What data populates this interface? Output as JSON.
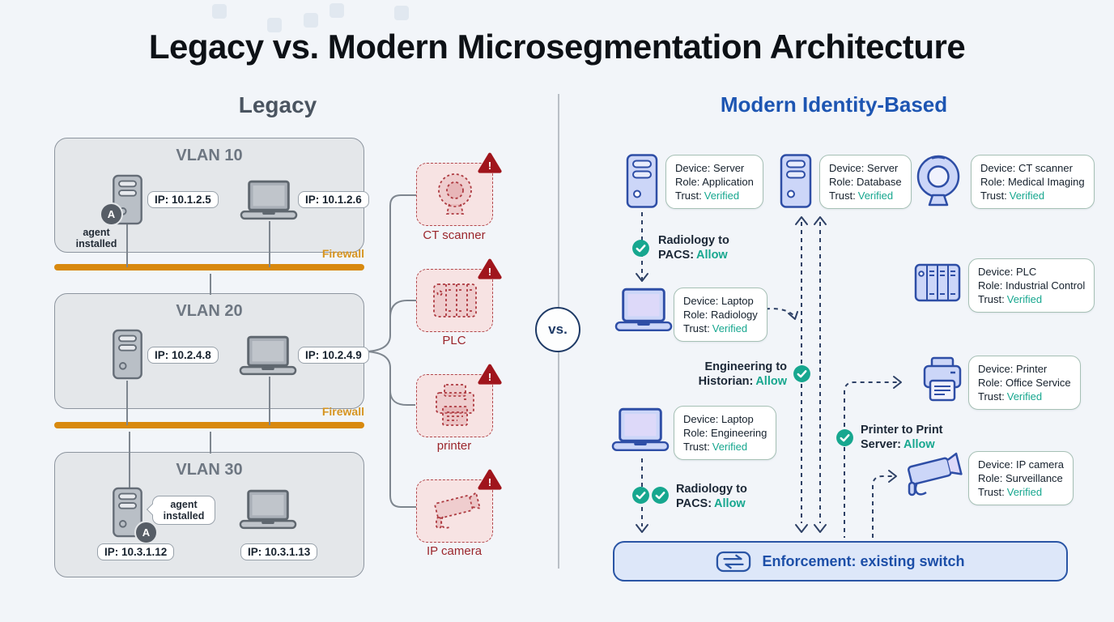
{
  "title": "Legacy vs. Modern Microsegmentation Architecture",
  "divider": {
    "vs_label": "vs."
  },
  "legacy": {
    "heading": "Legacy",
    "firewall_label": "Firewall",
    "warning_glyph": "!",
    "vlans": [
      {
        "title": "VLAN 10",
        "server_ip": "IP: 10.1.2.5",
        "laptop_ip": "IP: 10.1.2.6",
        "agent_note": "agent installed",
        "agent_badge": "A"
      },
      {
        "title": "VLAN 20",
        "server_ip": "IP: 10.2.4.8",
        "laptop_ip": "IP: 10.2.4.9"
      },
      {
        "title": "VLAN 30",
        "server_ip": "IP: 10.3.1.12",
        "laptop_ip": "IP: 10.3.1.13",
        "agent_note": "agent installed",
        "agent_badge": "A"
      }
    ],
    "risky_devices": [
      {
        "name": "CT scanner"
      },
      {
        "name": "PLC"
      },
      {
        "name": "printer"
      },
      {
        "name": "IP camera"
      }
    ]
  },
  "modern": {
    "heading": "Modern Identity-Based",
    "cards": [
      {
        "device": "Device: Server",
        "role": "Role: Application",
        "trust_label": "Trust:",
        "trust_value": "Verified"
      },
      {
        "device": "Device: Server",
        "role": "Role: Database",
        "trust_label": "Trust:",
        "trust_value": "Verified"
      },
      {
        "device": "Device: CT scanner",
        "role": "Role: Medical Imaging",
        "trust_label": "Trust:",
        "trust_value": "Verified"
      },
      {
        "device": "Device: Laptop",
        "role": "Role: Radiology",
        "trust_label": "Trust:",
        "trust_value": "Verified"
      },
      {
        "device": "Device: PLC",
        "role": "Role: Industrial Control",
        "trust_label": "Trust:",
        "trust_value": "Verified"
      },
      {
        "device": "Device: Printer",
        "role": "Role: Office Service",
        "trust_label": "Trust:",
        "trust_value": "Verified"
      },
      {
        "device": "Device: Laptop",
        "role": "Role: Engineering",
        "trust_label": "Trust:",
        "trust_value": "Verified"
      },
      {
        "device": "Device: IP camera",
        "role": "Role: Surveillance",
        "trust_label": "Trust:",
        "trust_value": "Verified"
      }
    ],
    "allows": [
      {
        "line1": "Radiology to",
        "line2": "PACS:",
        "value": "Allow"
      },
      {
        "line1": "Engineering to",
        "line2": "Historian:",
        "value": "Allow"
      },
      {
        "line1": "Printer to Print",
        "line2": "Server:",
        "value": "Allow"
      },
      {
        "line1": "Radiology to",
        "line2": "PACS:",
        "value": "Allow"
      }
    ],
    "enforcement_label": "Enforcement: existing switch"
  },
  "colors": {
    "accent_blue": "#1d55b2",
    "device_icon_blue": "#ccd6f8",
    "device_icon_stroke": "#2e4ea6",
    "trust_teal": "#17a78f",
    "warning_red": "#a0151c",
    "risky_pink": "#f7e3e3",
    "firewall_orange": "#d8890f",
    "legacy_gray": "#6e7782",
    "dashed_navy": "#2e4166"
  }
}
